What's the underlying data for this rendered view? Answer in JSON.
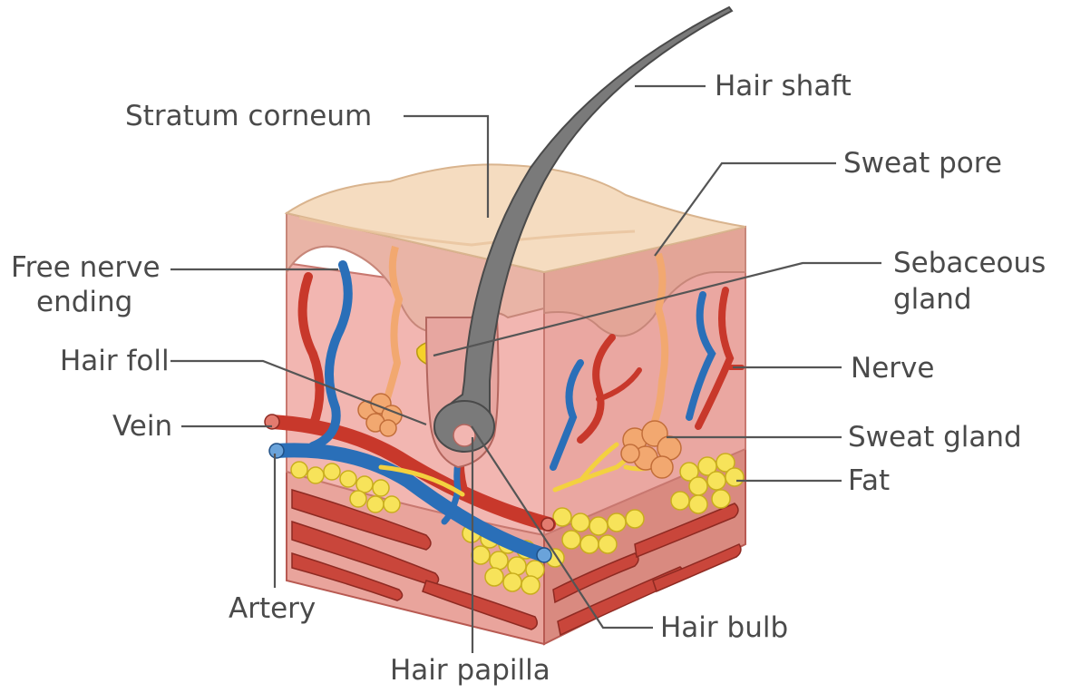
{
  "labels": {
    "hair_shaft": "Hair shaft",
    "stratum_corneum": "Stratum corneum",
    "sweat_pore": "Sweat pore",
    "free_nerve_line1": "Free nerve",
    "free_nerve_line2": "ending",
    "sebaceous_line1": "Sebaceous",
    "sebaceous_line2": "gland",
    "hair_follicle": "Hair foll",
    "nerve": "Nerve",
    "vein": "Vein",
    "sweat_gland": "Sweat gland",
    "fat": "Fat",
    "artery": "Artery",
    "hair_bulb": "Hair bulb",
    "hair_papilla": "Hair papilla"
  },
  "colors": {
    "label_text": "#4a4a4a",
    "leader_line": "#555555",
    "epidermis": "#f3d6b8",
    "dermis": "#f2b6b1",
    "hypodermis": "#e9a49c",
    "muscle": "#c9463b",
    "fat": "#f7e35a",
    "artery": "#c8382b",
    "vein": "#2a6fb8",
    "nerve": "#f3d13f",
    "hair": "#6b6b6b",
    "sweat_gland": "#f2a870",
    "sebaceous_gland": "#f5d22a"
  }
}
